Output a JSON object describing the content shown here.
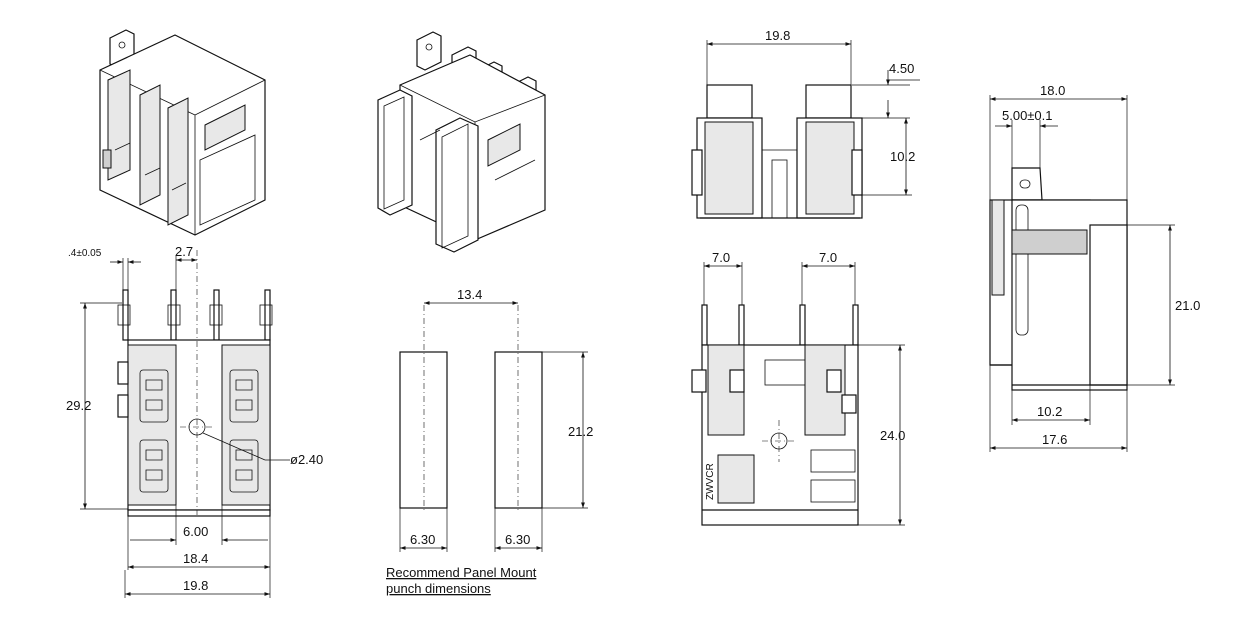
{
  "dims": {
    "front_lead_width": ".4±0.05",
    "front_pitch": "2.7",
    "front_height": "29.2",
    "front_hole": "ø2.40",
    "front_inner": "6.00",
    "front_body": "18.4",
    "front_overall": "19.8",
    "punch_pitch": "13.4",
    "punch_height": "21.2",
    "punch_w_left": "6.30",
    "punch_w_right": "6.30",
    "top_width": "19.8",
    "top_offset": "4.50",
    "top_height": "10.2",
    "rear_left": "7.0",
    "rear_right": "7.0",
    "rear_height": "24.0",
    "side_width": "18.0",
    "side_slot": "5.00±0.1",
    "side_height": "21.0",
    "side_base": "10.2",
    "side_overall": "17.6"
  },
  "note": {
    "line1": "Recommend Panel Mount",
    "line2": "punch dimensions"
  },
  "component_marking": "ZWVCR"
}
